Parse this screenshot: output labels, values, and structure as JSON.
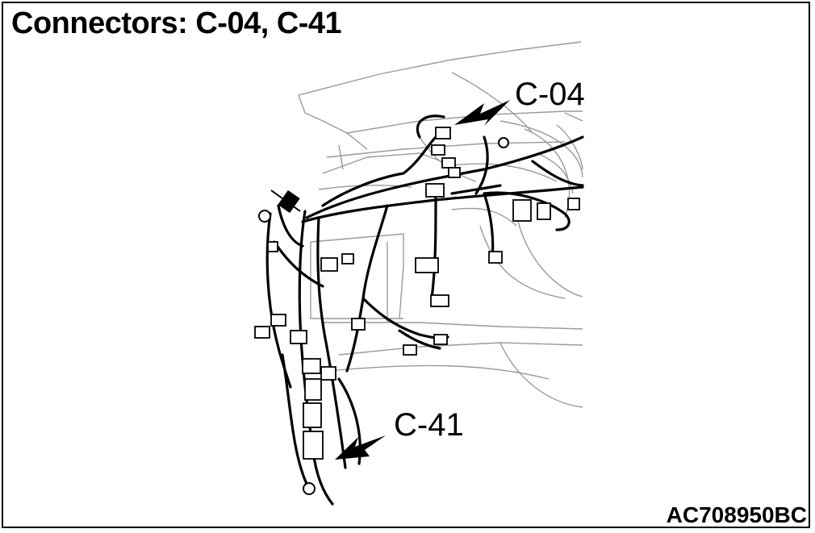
{
  "title": "Connectors: C-04, C-41",
  "callouts": [
    {
      "label": "C-04"
    },
    {
      "label": "C-41"
    }
  ],
  "figure_code": "AC708950BC",
  "colors": {
    "ink": "#000000",
    "line_light": "#9a9a9a",
    "paper": "#ffffff"
  }
}
